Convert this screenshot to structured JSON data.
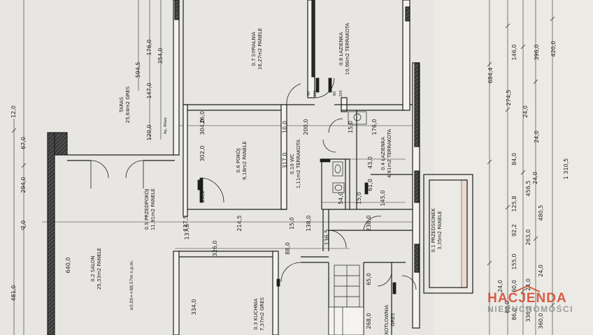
{
  "rooms": {
    "taras": {
      "name": "TARAS",
      "area": "25,64m2 GRES"
    },
    "sypialnia": {
      "name": "0.7 SYPIALNIA",
      "area": "16,27m2 PANELE"
    },
    "lazienka_top": {
      "name": "0.8 ŁAZIENKA",
      "area": "10,96m2 TERRAKOTA"
    },
    "pokoj": {
      "name": "0.6 POKÓJ",
      "area": "9,18m2 PANELE"
    },
    "wc": {
      "name": "0.10 WC",
      "area": "1,11m2 TERRAKOTA"
    },
    "lazienka": {
      "name": "0.4 ŁAZIENKA",
      "area": "4,91m2 TERRAKOTA"
    },
    "przedpokoj": {
      "name": "0.5 PRZEDPOKÓJ",
      "area": "11,91m2 PANELE"
    },
    "przedsionek": {
      "name": "0.1 PRZEDSIONEK",
      "area": "3,35m2 PANELE"
    },
    "salon": {
      "name": "0.2 SALON",
      "area": "25,33m2 PANELE"
    },
    "kuchnia": {
      "name": "0.3 KUCHNIA",
      "area": "7,37m2 GRES"
    },
    "kotlownia": {
      "name": "KOTŁOWNIA",
      "area": "GRES"
    }
  },
  "dimensions": {
    "left_column": [
      "481,0",
      "7,0",
      "294,0",
      "67,0",
      "12,0",
      "640,0"
    ],
    "upper_dims": [
      "594,5",
      "176,0",
      "147,0",
      "120,0",
      "354,0",
      "26,0",
      "304,0",
      "10,0",
      "200,0",
      "15,0",
      "176,0",
      "302,0",
      "317,0",
      "15,0"
    ],
    "mid_dims": [
      "43,0",
      "61,0",
      "54,0",
      "15,0",
      "145,0",
      "137,5",
      "127,5",
      "214,5",
      "15,0",
      "138,0",
      "238,0",
      "326,0",
      "88,0",
      "136,5",
      "65,0",
      "268,0"
    ],
    "lower_dims": [
      "334,0",
      "86,0",
      "60,0",
      "24,0"
    ],
    "right_chain_1": [
      "684,4",
      "274,5",
      "24,0",
      "84,0",
      "125,8",
      "92,2",
      "155,0",
      "86,0"
    ],
    "right_chain_2": [
      "146,0",
      "24,0",
      "456,5",
      "263,0",
      "24,0",
      "336,0"
    ],
    "right_chain_3": [
      "396,0",
      "24,0",
      "480,5",
      "24,0",
      "360,0"
    ],
    "right_chain_4": [
      "420,0",
      "1 310,5"
    ],
    "door_small": [
      "90",
      "205",
      "80",
      "205"
    ]
  },
  "notes": {
    "level_note": "±0,00=+88,57m n.p.m.",
    "wall_note": "Ap, 4Nwe"
  },
  "logo": {
    "top": "HACJENDA",
    "bottom": "NIERUCHOMOŚCI"
  }
}
